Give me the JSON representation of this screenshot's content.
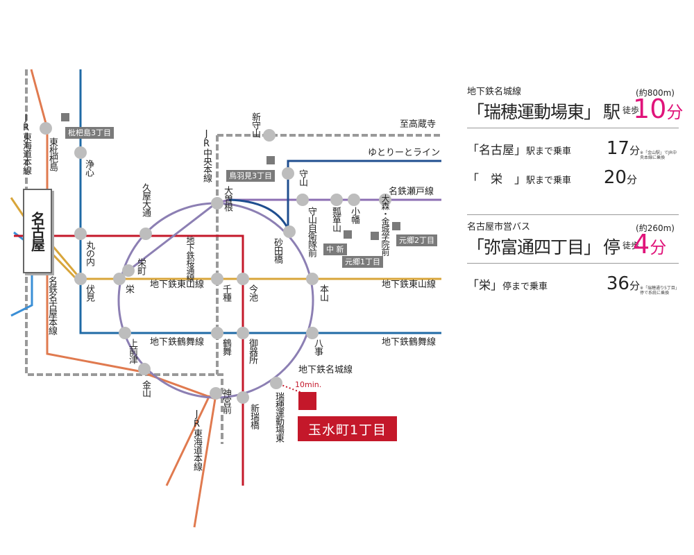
{
  "colors": {
    "meijo": "#8c7fb3",
    "higashiyama": "#d8a53a",
    "tsurumai": "#1f6aa5",
    "sakuradori": "#c4182a",
    "meitetsu_nagoya": "#e07a4f",
    "jr": "#999999",
    "meitetsu_seto": "#8c6fb3",
    "yutorito": "#1f4e8f",
    "station": "#bdbdbd",
    "accent": "#e0147a",
    "site": "#c4182a"
  },
  "map": {
    "nagoya": "名古屋",
    "lines": {
      "jr_tokaido_north": "JR東海道本線",
      "jr_chuo": "JR中央本線",
      "meitetsu_nagoya": "名鉄名古屋本線",
      "sakuradori": "地下鉄桜通線",
      "higashiyama_left": "地下鉄東山線",
      "higashiyama_right": "地下鉄東山線",
      "tsurumai_left": "地下鉄鶴舞線",
      "tsurumai_right": "地下鉄鶴舞線",
      "meijo": "地下鉄名城線",
      "jr_tokaido_south": "JR東海道本線",
      "to_kozoji": "至高蔵寺",
      "yutorito": "ゆとりーとライン",
      "meitetsu_seto": "名鉄瀬戸線"
    },
    "stations": {
      "higashi_biwajima": "東枇杷島",
      "joshin": "浄心",
      "hisaya": "久屋大通",
      "marunouchi": "丸の内",
      "sakaemachi": "栄町",
      "sakae": "栄",
      "fushimi": "伏見",
      "chikusa": "千種",
      "imaike": "今池",
      "ozone": "大曽根",
      "sunada": "砂田橋",
      "shin_moriyama": "新守山",
      "moriyama": "守山",
      "moriyama_jieitai": "守山自衛隊前",
      "seto_sta": "瓢箪山",
      "obata": "小幡",
      "omori": "大森・金城学院前",
      "motoyama": "本山",
      "kamimaezu": "上前津",
      "tsurumai": "鶴舞",
      "gokiso": "御器所",
      "yagoto": "八事",
      "kanayama": "金山",
      "jingumae": "神宮前",
      "shin_mizuho": "新瑞橋",
      "mizuho_undojo": "瑞穂運動場東"
    },
    "bus_stops": {
      "biwajima": "枇杷島3丁目",
      "toba": "鳥羽見3丁目",
      "chushin": "中 新",
      "moto1": "元郷1丁目",
      "moto2": "元郷2丁目"
    },
    "site": "玉水町1丁目",
    "walk_time": "10min."
  },
  "info": {
    "subway": {
      "title": "地下鉄名城線",
      "distance": "(約800m)",
      "station": "「瑞穂運動場東」",
      "kind": "駅",
      "walk": "徒歩",
      "minutes": "10",
      "unit": "分",
      "rides": [
        {
          "name": "「名古屋」",
          "suffix": "駅まで乗車",
          "minutes": "17",
          "unit": "分",
          "note": "※「金山駅」でJR中央本線に乗換"
        },
        {
          "name": "「　栄　」",
          "suffix": "駅まで乗車",
          "minutes": "20",
          "unit": "分",
          "note": ""
        }
      ]
    },
    "bus": {
      "title": "名古屋市営バス",
      "distance": "(約260m)",
      "station": "「弥富通四丁目」",
      "kind": "停",
      "walk": "徒歩",
      "minutes": "4",
      "unit": "分",
      "rides": [
        {
          "name": "「栄」",
          "suffix": "停まで乗車",
          "minutes": "36",
          "unit": "分",
          "note": "※「瑞穂通り5丁目」停で系統に乗換"
        }
      ]
    }
  }
}
